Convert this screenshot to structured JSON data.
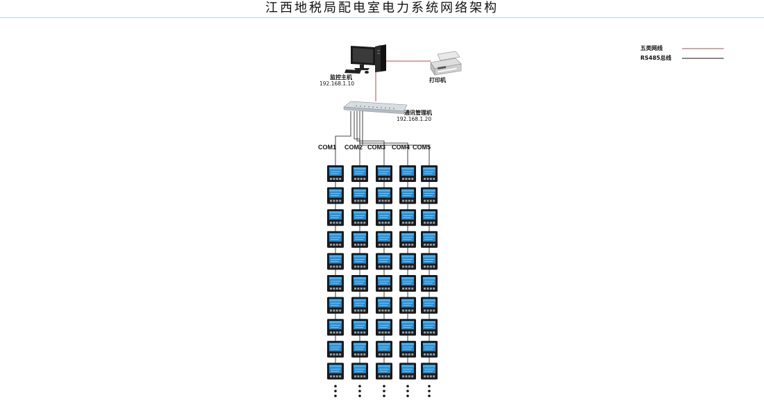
{
  "title": "江西地税局配电室电力系统网络架构",
  "legend": {
    "items": [
      {
        "label": "五类网线",
        "color": "#a05050"
      },
      {
        "label": "RS485总线",
        "color": "#111111"
      }
    ]
  },
  "nodes": {
    "host": {
      "name": "监控主机",
      "ip": "192.168.1.10"
    },
    "printer": {
      "name": "打印机"
    },
    "manager": {
      "name": "通讯管理机",
      "ip": "192.168.1.20"
    }
  },
  "ports": [
    "COM1",
    "COM2",
    "COM3",
    "COM4",
    "COM5"
  ],
  "meters_per_port": 10,
  "continuation_symbol": "⋮",
  "colors": {
    "ethernet": "#a05050",
    "rs485": "#111111",
    "meter_screen": "#1f8fd8",
    "meter_body": "#1a1a1a"
  }
}
